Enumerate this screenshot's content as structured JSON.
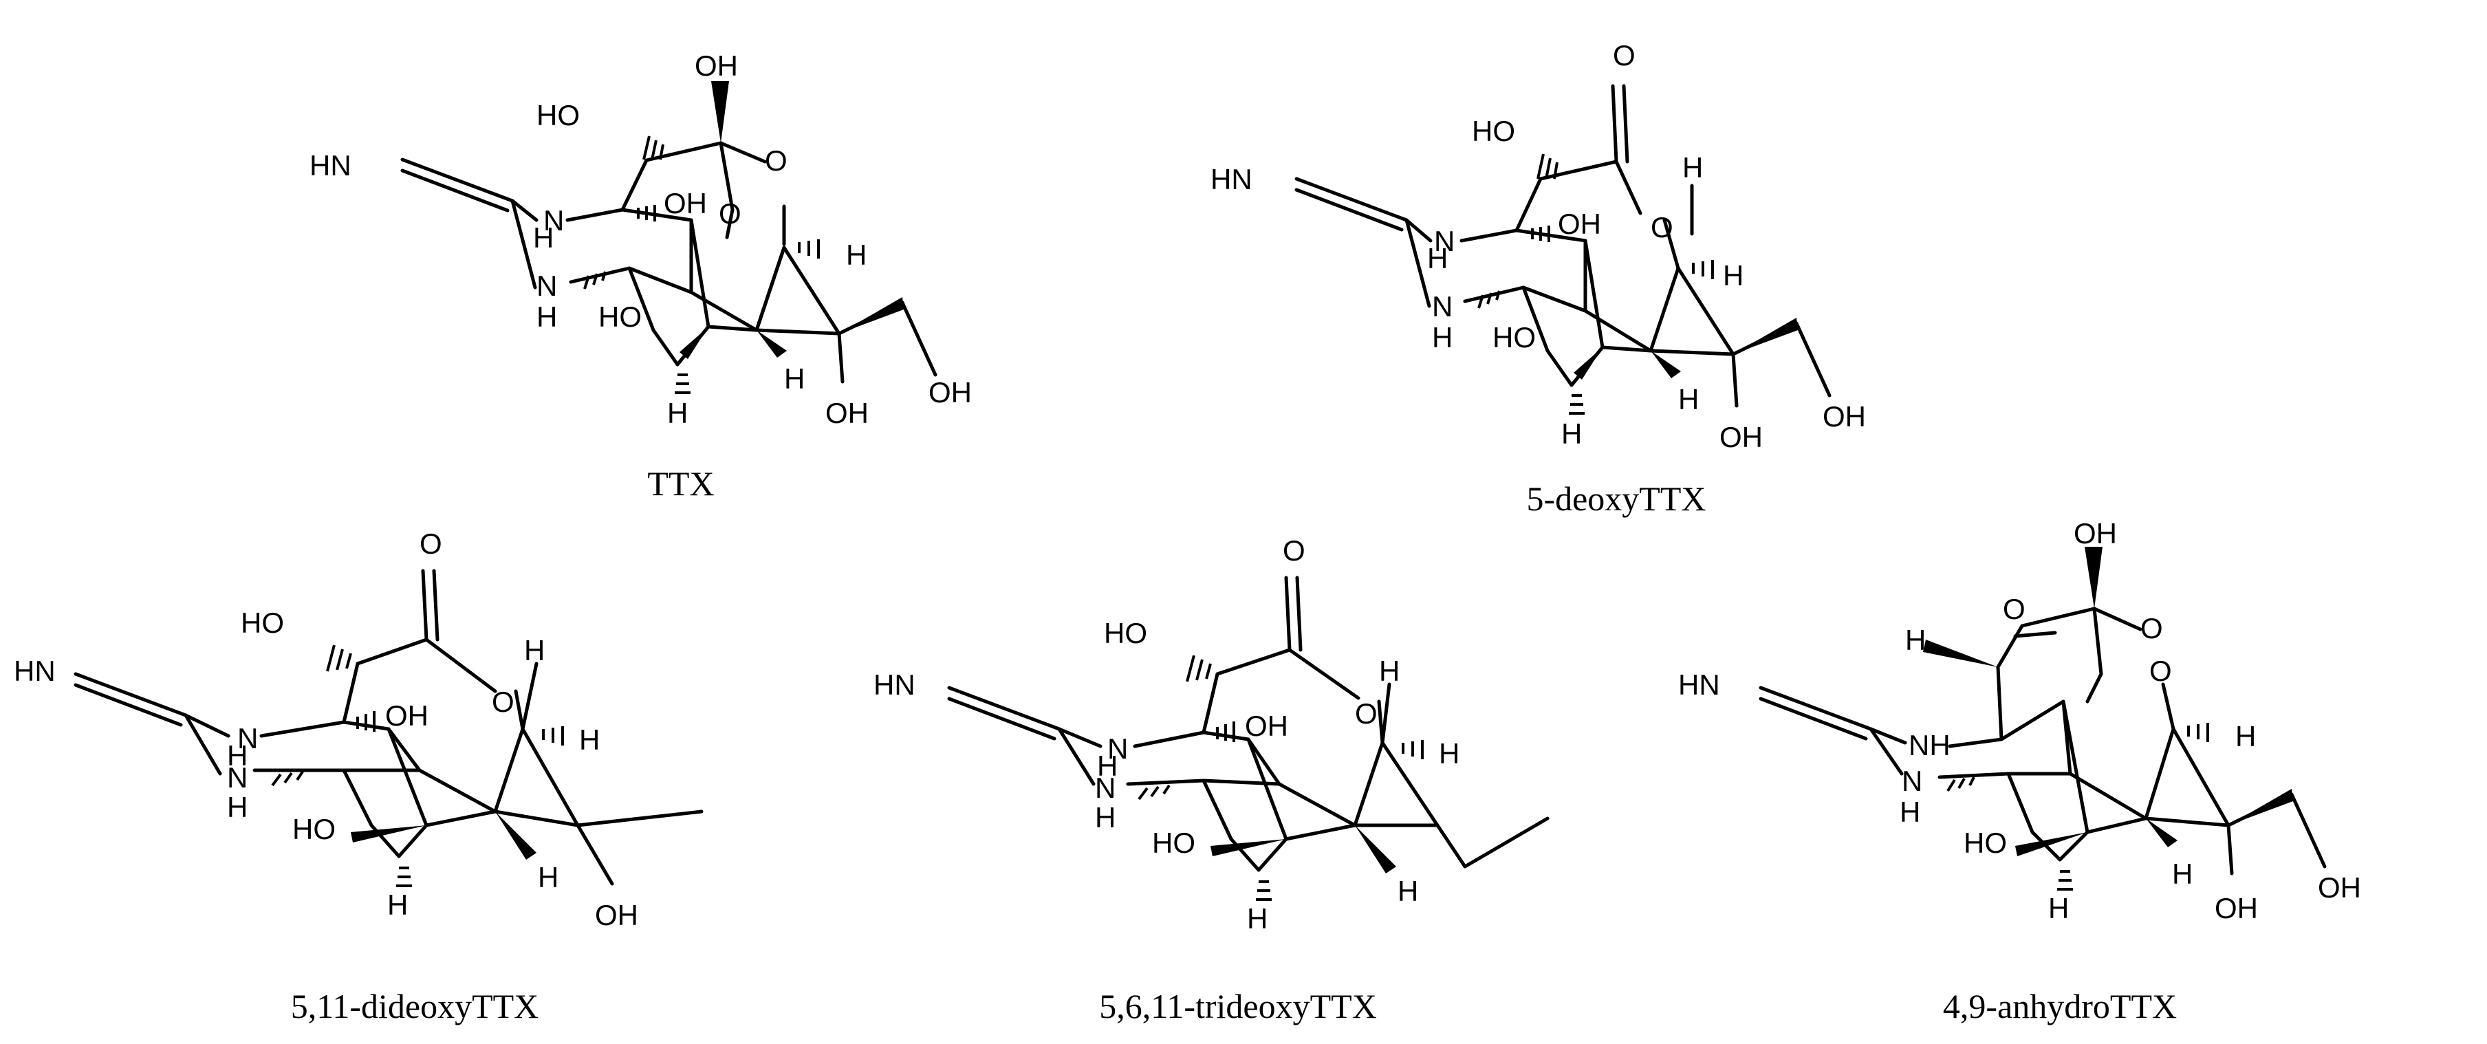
{
  "figure": {
    "molecules": [
      {
        "caption": "TTX",
        "labels": {
          "hn": "HN",
          "n": "N",
          "h": "H",
          "nh": "N",
          "h2": "H",
          "ho_left": "HO",
          "oh_top": "OH",
          "oh_center": "OH",
          "ho_low": "HO",
          "h_bottom": "H",
          "h_mid": "H",
          "oh_bottom": "OH",
          "oh_right": "OH",
          "o_bridge": "O",
          "o_ring": "O",
          "h_right": "H"
        }
      },
      {
        "caption": "5-deoxyTTX",
        "labels": {
          "o_carbonyl": "O",
          "ho_left": "HO",
          "hn": "HN",
          "n": "N",
          "h": "H",
          "nh": "N",
          "h2": "H",
          "oh_center": "OH",
          "o_ring": "O",
          "h_top": "H",
          "h_right": "H",
          "ho_low": "HO",
          "h_bottom": "H",
          "h_mid": "H",
          "oh_bottom": "OH",
          "oh_right": "OH"
        }
      },
      {
        "caption": "5,11-dideoxyTTX",
        "labels": {
          "o_carbonyl": "O",
          "ho_left": "HO",
          "hn": "HN",
          "n": "N",
          "h": "H",
          "nh": "N",
          "h2": "H",
          "oh_center": "OH",
          "o_ring": "O",
          "h_top": "H",
          "h_right": "H",
          "ho_low": "HO",
          "h_bottom": "H",
          "h_mid": "H",
          "oh_bottom": "OH"
        }
      },
      {
        "caption": "5,6,11-trideoxyTTX",
        "labels": {
          "o_carbonyl": "O",
          "ho_left": "HO",
          "hn": "HN",
          "n": "N",
          "h": "H",
          "nh": "N",
          "h2": "H",
          "oh_center": "OH",
          "o_ring": "O",
          "h_top": "H",
          "h_right": "H",
          "ho_low": "HO",
          "h_bottom": "H",
          "h_mid": "H"
        }
      },
      {
        "caption": "4,9-anhydroTTX",
        "labels": {
          "oh_top": "OH",
          "h_left": "H",
          "o_bridge_left": "O",
          "o_bridge": "O",
          "hn": "HN",
          "nh": "NH",
          "n2": "N",
          "h2": "H",
          "o_ring": "O",
          "h_right": "H",
          "ho_low": "HO",
          "h_bottom": "H",
          "h_mid": "H",
          "oh_bottom": "OH",
          "oh_right": "OH"
        }
      }
    ]
  }
}
